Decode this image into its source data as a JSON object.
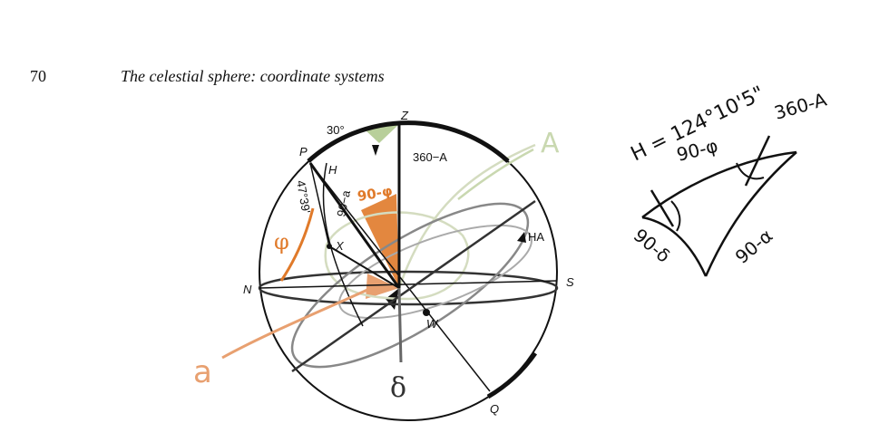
{
  "page": {
    "number": "70",
    "title": "The celestial sphere: coordinate systems"
  },
  "figure": {
    "labels": {
      "zenith": "Z",
      "north": "N",
      "south": "S",
      "west": "W",
      "pole": "P",
      "q_point": "Q",
      "star": "X",
      "hour_angle_label": "H",
      "angle_30": "30°",
      "azimuth_label": "360−A",
      "latitude_label": "47°39'",
      "coaltitude_label": "90−a",
      "ha_label": "HA"
    },
    "handwritten": {
      "phi": "φ",
      "ninety_minus_phi": "90-φ",
      "alpha": "a",
      "delta": "δ",
      "A": "A"
    },
    "colors": {
      "orange": "#e07a2a",
      "light_orange": "#e8a070",
      "green": "#b8cf9a",
      "pale_green": "#d4dcc0"
    }
  },
  "notes": {
    "h_value": "H = 124°10'5\"",
    "side_top": "90-φ",
    "side_right": "90-α",
    "side_left": "90-δ",
    "angle_label": "360-A"
  }
}
